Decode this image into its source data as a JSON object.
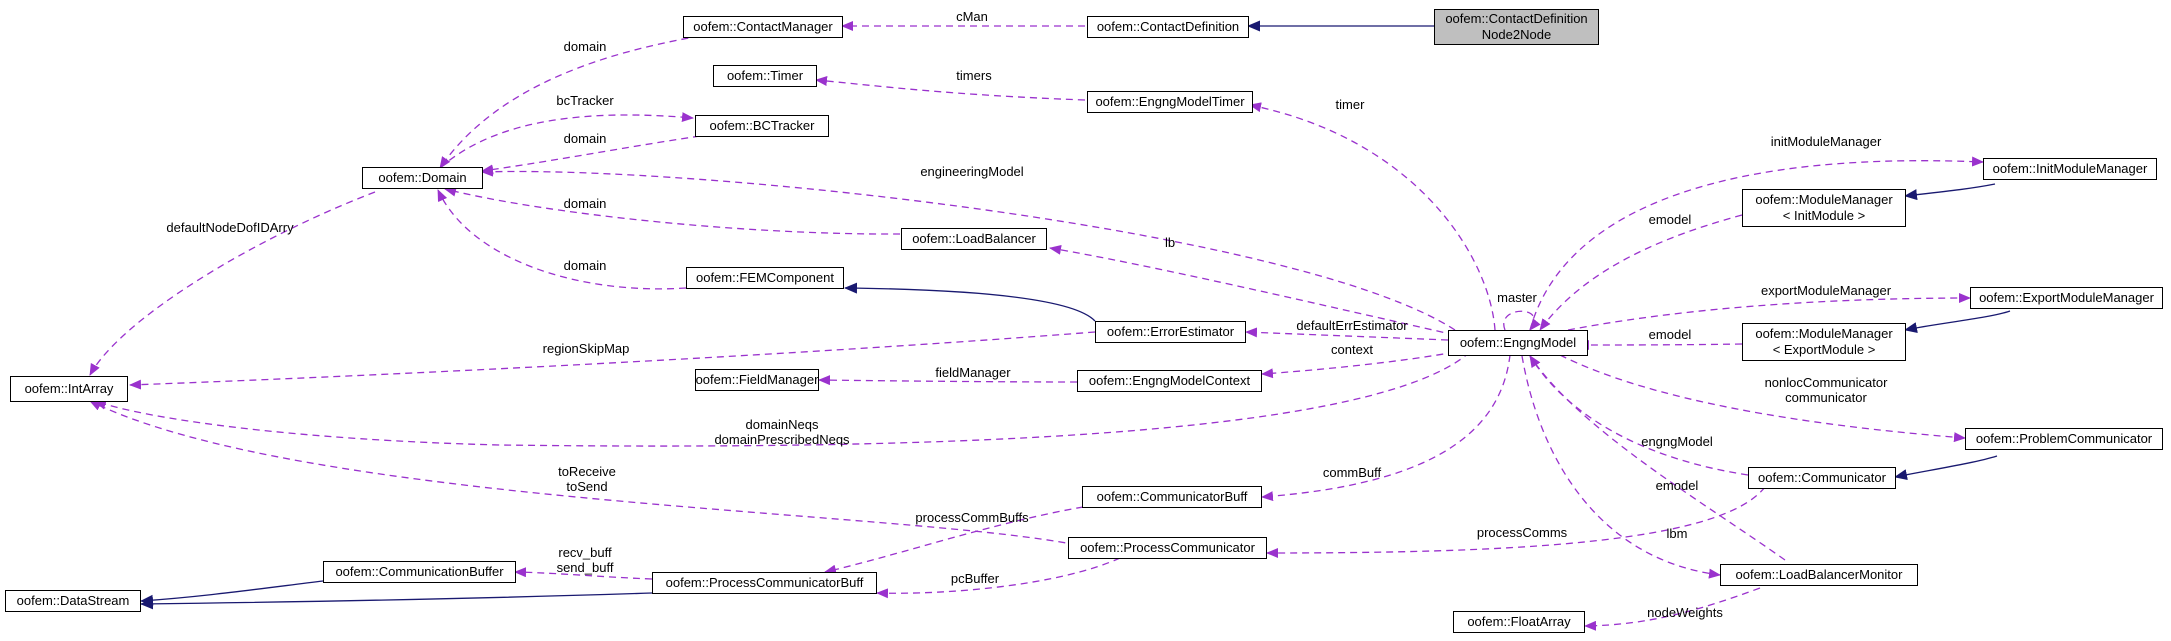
{
  "classes": {
    "contact_definition_node2node": [
      "oofem::ContactDefinition",
      "Node2Node"
    ],
    "contact_definition": "oofem::ContactDefinition",
    "contact_manager": "oofem::ContactManager",
    "timer": "oofem::Timer",
    "engng_model_timer": "oofem::EngngModelTimer",
    "domain": "oofem::Domain",
    "bc_tracker": "oofem::BCTracker",
    "load_balancer": "oofem::LoadBalancer",
    "fem_component": "oofem::FEMComponent",
    "error_estimator": "oofem::ErrorEstimator",
    "int_array": "oofem::IntArray",
    "field_manager": "oofem::FieldManager",
    "engng_model_context": "oofem::EngngModelContext",
    "engng_model": "oofem::EngngModel",
    "init_module_manager": "oofem::InitModuleManager",
    "module_manager_init": [
      "oofem::ModuleManager",
      "< InitModule >"
    ],
    "export_module_manager": "oofem::ExportModuleManager",
    "module_manager_export": [
      "oofem::ModuleManager",
      "< ExportModule >"
    ],
    "problem_communicator": "oofem::ProblemCommunicator",
    "communicator": "oofem::Communicator",
    "communicator_buff": "oofem::CommunicatorBuff",
    "process_communicator": "oofem::ProcessCommunicator",
    "process_communicator_buff": "oofem::ProcessCommunicatorBuff",
    "communication_buffer": "oofem::CommunicationBuffer",
    "data_stream": "oofem::DataStream",
    "load_balancer_monitor": "oofem::LoadBalancerMonitor",
    "float_array": "oofem::FloatArray"
  },
  "edge_labels": {
    "cman": "cMan",
    "domain_cm": "domain",
    "timers": "timers",
    "timer": "timer",
    "bc_tracker": "bcTracker",
    "domain_bc": "domain",
    "engineering_model": "engineeringModel",
    "domain_lb": "domain",
    "lb": "lb",
    "domain_fem": "domain",
    "default_node_dof_id_arry": "defaultNodeDofIDArry",
    "master": "master",
    "region_skip_map": "regionSkipMap",
    "default_err_estimator": "defaultErrEstimator",
    "context": "context",
    "field_manager": "fieldManager",
    "domain_neqs": [
      "domainNeqs",
      "domainPrescribedNeqs"
    ],
    "to_receive": [
      "toReceive",
      "toSend"
    ],
    "process_comm_buffs": "processCommBuffs",
    "comm_buff": "commBuff",
    "recv_buff": [
      "recv_buff",
      "send_buff"
    ],
    "pc_buffer": "pcBuffer",
    "process_comms": "processComms",
    "init_module_manager": "initModuleManager",
    "emodel_init": "emodel",
    "export_module_manager": "exportModuleManager",
    "emodel_export": "emodel",
    "nonloc_communicator": [
      "nonlocCommunicator",
      "communicator"
    ],
    "engng_model": "engngModel",
    "emodel_comm": "emodel",
    "lbm": "lbm",
    "node_weights": "nodeWeights"
  },
  "colors": {
    "usage_edge": "#9a32cd",
    "inheritance_edge": "#191970",
    "focus_fill": "#bfbfbf",
    "node_border": "#000000"
  }
}
